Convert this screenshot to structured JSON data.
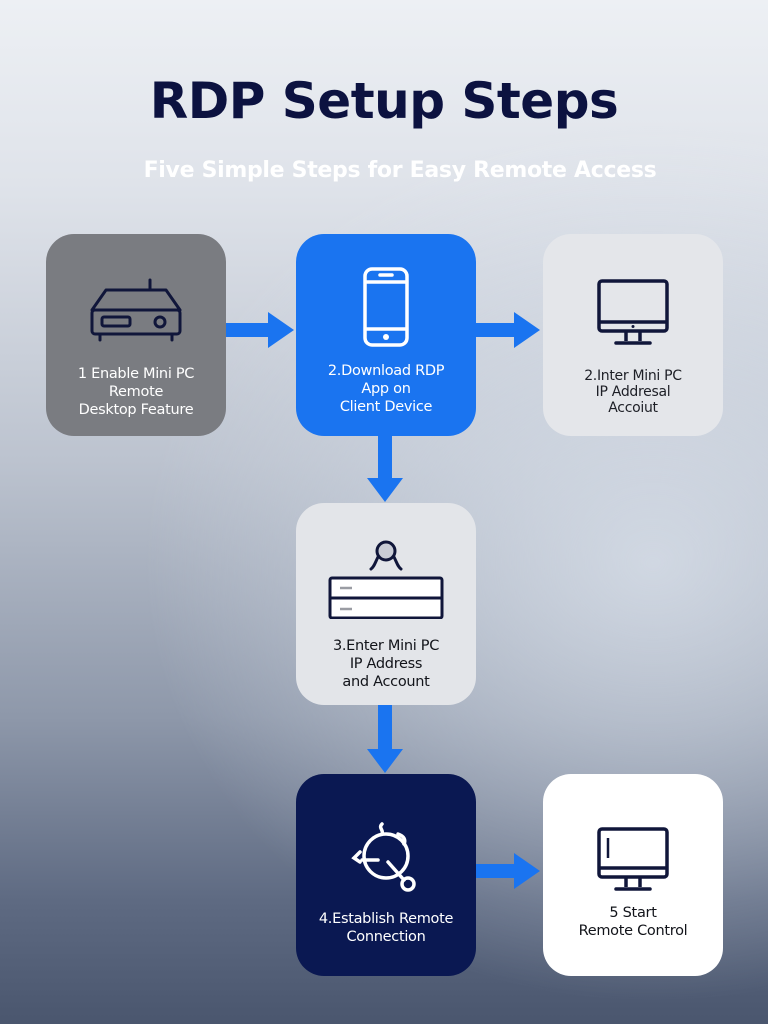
{
  "header": {
    "title": "RDP Setup Steps",
    "subtitle": "Five Simple Steps for Easy Remote Access"
  },
  "colors": {
    "title": "#0c1240",
    "accent_blue": "#1a74f0",
    "dark_navy": "#0a1852",
    "gray_card": "#7a7c81",
    "light_card": "#e4e6ea",
    "white_card": "#ffffff"
  },
  "steps": [
    {
      "icon": "mini-pc-icon",
      "lines": [
        "1 Enable Mini PC",
        "Remote",
        "Desktop Feature"
      ]
    },
    {
      "icon": "smartphone-icon",
      "lines": [
        "2.Download RDP",
        "App on",
        "Client Device"
      ]
    },
    {
      "icon": "monitor-icon",
      "lines": [
        "2.Inter Mini PC",
        "IP Addresal",
        "Accoiut"
      ]
    },
    {
      "icon": "login-form-icon",
      "lines": [
        "3.Enter Mini PC",
        "IP Address",
        "and Account"
      ]
    },
    {
      "icon": "connection-icon",
      "lines": [
        "4.Establish Remote",
        "Connection"
      ]
    },
    {
      "icon": "desktop-monitor-icon",
      "lines": [
        "5 Start",
        "Remote Control"
      ]
    }
  ],
  "connectors": [
    {
      "from": "step-1",
      "to": "step-2",
      "direction": "right"
    },
    {
      "from": "step-2",
      "to": "step-3",
      "direction": "right"
    },
    {
      "from": "step-2",
      "to": "step-4",
      "direction": "down"
    },
    {
      "from": "step-4",
      "to": "step-5",
      "direction": "down"
    },
    {
      "from": "step-5",
      "to": "step-6",
      "direction": "right"
    }
  ]
}
